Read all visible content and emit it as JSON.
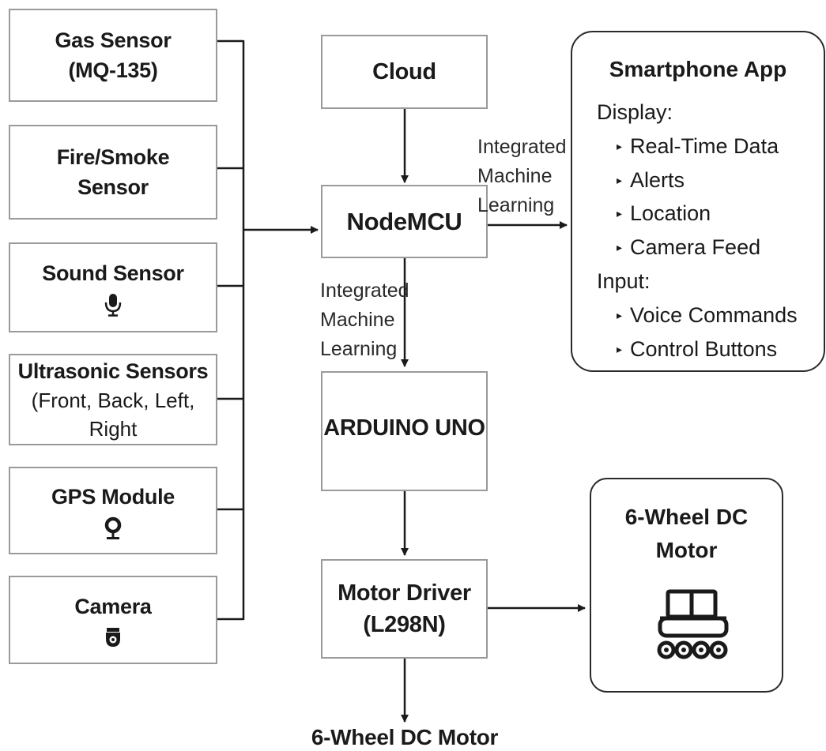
{
  "sensors": [
    {
      "title": "Gas Sensor",
      "subtitle": "(MQ-135)"
    },
    {
      "title": "Fire/Smoke",
      "subtitle": "Sensor"
    },
    {
      "title": "Sound Sensor",
      "icon": "microphone-icon"
    },
    {
      "title": "Ultrasonic Sensors",
      "subtitle": "(Front, Back, Left, Right"
    },
    {
      "title": "GPS Module",
      "icon": "location-pin-icon"
    },
    {
      "title": "Camera",
      "icon": "security-camera-icon"
    }
  ],
  "cloud": {
    "label": "Cloud"
  },
  "nodemcu": {
    "label": "NodeMCU"
  },
  "arduino": {
    "label": "ARDUINO UNO"
  },
  "motor_driver": {
    "line1": "Motor Driver",
    "line2": "(L298N)"
  },
  "bottom_motor": {
    "label": "6-Wheel DC Motor"
  },
  "ml_label_right": {
    "line1": "Integrated",
    "line2": "Machine",
    "line3": "Learning"
  },
  "ml_label_down": {
    "line1": "Integrated",
    "line2": "Machine",
    "line3": "Learning"
  },
  "smartphone": {
    "title": "Smartphone App",
    "display_heading": "Display:",
    "display_items": [
      "Real-Time Data",
      "Alerts",
      "Location",
      "Camera Feed"
    ],
    "input_heading": "Input:",
    "input_items": [
      "Voice Commands",
      "Control Buttons"
    ]
  },
  "dc_motor_box": {
    "line1": "6-Wheel DC",
    "line2": "Motor",
    "icon": "wheeled-vehicle-icon"
  }
}
